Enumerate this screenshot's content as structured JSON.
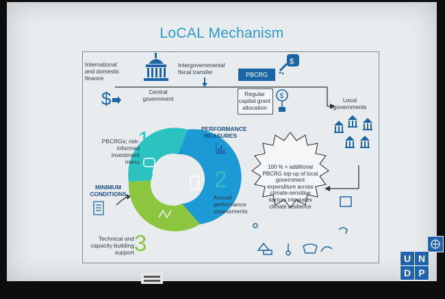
{
  "title": "LoCAL Mechanism",
  "flow": {
    "international_finance": "International and domestic finance",
    "central_government": "Central government",
    "fiscal_transfer": "Intergovernmental fiscal transfer",
    "pbcrg_tag": "PBCRG",
    "regular_grant": "Regular capital grant allocation",
    "local_governments": "Local governments"
  },
  "cycle": {
    "step1_number": "1",
    "step1_label": "PBCRGs; risk-informed investment menu",
    "step2_number": "2",
    "step2_label": "Annual performance assessments",
    "step3_number": "3",
    "step3_label": "Technical and capacity-building support",
    "performance_measures": "PERFORMANCE MEASURES",
    "minimum_conditions": "MINIMUM CONDITIONS"
  },
  "topup_text": "100 % + additional PBCRG top-up of local government expenditure across climate-sensitive sectors integrates climate resilience",
  "logo": {
    "row1": [
      "U",
      "N"
    ],
    "row2": [
      "D",
      "P"
    ]
  },
  "colors": {
    "title": "#2a98cf",
    "pbcrg": "#1c64a8",
    "teal": "#2cc2bf",
    "green": "#8cc63f",
    "blue": "#1c9ad6",
    "undp": "#1f63b0"
  }
}
